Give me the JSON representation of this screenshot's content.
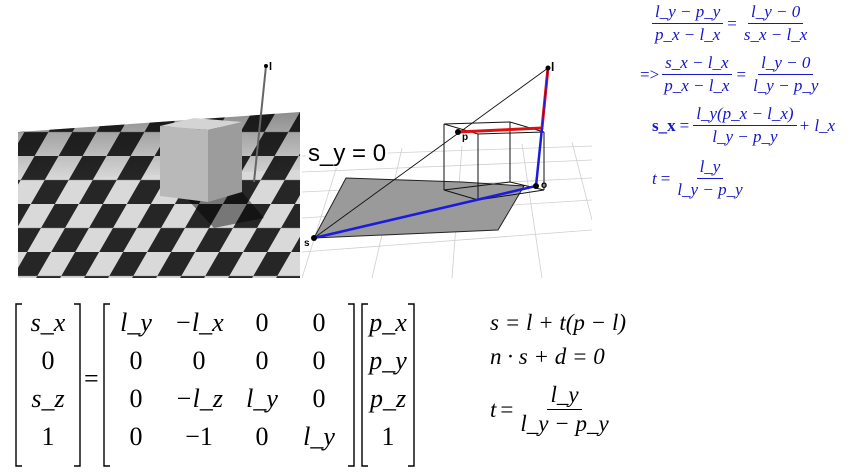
{
  "scene_left": {},
  "scene_right": {
    "equation_label": "s_y = 0",
    "labels": {
      "l": "l",
      "p": "p",
      "o": "o",
      "s": "s"
    }
  },
  "equations_right": {
    "eq1": {
      "lhs_num": "l_y − p_y",
      "lhs_den": "p_x − l_x",
      "rhs_num": "l_y − 0",
      "rhs_den": "s_x − l_x"
    },
    "eq2": {
      "prefix": "=>",
      "lhs_num": "s_x − l_x",
      "lhs_den": "p_x − l_x",
      "rhs_num": "l_y − 0",
      "rhs_den": "l_y − p_y"
    },
    "eq3": {
      "lhs": "s_x",
      "num": "l_y(p_x − l_x)",
      "den": "l_y − p_y",
      "tail": "+ l_x"
    },
    "eq4": {
      "lhs": "t",
      "num": "l_y",
      "den": "l_y − p_y"
    }
  },
  "matrix_equation": {
    "lhs_vector": [
      "s_x",
      "0",
      "s_z",
      "1"
    ],
    "matrix": [
      [
        "l_y",
        "−l_x",
        "0",
        "0"
      ],
      [
        "0",
        "0",
        "0",
        "0"
      ],
      [
        "0",
        "−l_z",
        "l_y",
        "0"
      ],
      [
        "0",
        "−1",
        "0",
        "l_y"
      ]
    ],
    "rhs_vector": [
      "p_x",
      "p_y",
      "p_z",
      "1"
    ]
  },
  "bottom_equations": {
    "line1": "s = l + t(p − l)",
    "line2": "n · s + d = 0",
    "t_lhs": "t",
    "t_num": "l_y",
    "t_den": "l_y − p_y"
  },
  "colors": {
    "formula_blue": "#1515cc",
    "ray_red": "#e01010",
    "ray_blue": "#1a1ae0",
    "checker_dark": "#202020",
    "checker_light": "#d8d8d8"
  }
}
